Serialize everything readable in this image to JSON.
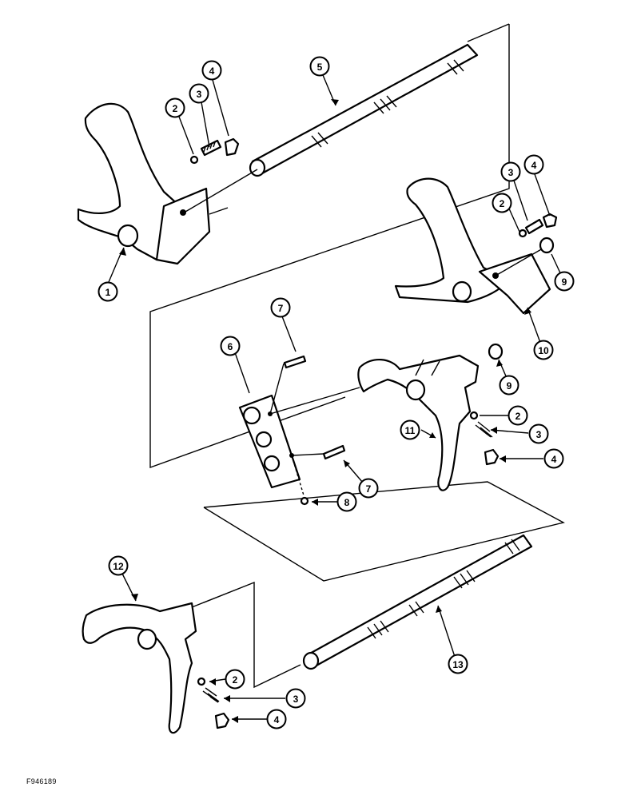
{
  "figure_id": "F946189",
  "callouts": [
    {
      "id": "c1",
      "label": "1"
    },
    {
      "id": "c2a",
      "label": "2"
    },
    {
      "id": "c3a",
      "label": "3"
    },
    {
      "id": "c4a",
      "label": "4"
    },
    {
      "id": "c5",
      "label": "5"
    },
    {
      "id": "c3b",
      "label": "3"
    },
    {
      "id": "c4b",
      "label": "4"
    },
    {
      "id": "c2b",
      "label": "2"
    },
    {
      "id": "c9a",
      "label": "9"
    },
    {
      "id": "c10",
      "label": "10"
    },
    {
      "id": "c7a",
      "label": "7"
    },
    {
      "id": "c6",
      "label": "6"
    },
    {
      "id": "c9b",
      "label": "9"
    },
    {
      "id": "c2c",
      "label": "2"
    },
    {
      "id": "c11",
      "label": "11"
    },
    {
      "id": "c3c",
      "label": "3"
    },
    {
      "id": "c4c",
      "label": "4"
    },
    {
      "id": "c7b",
      "label": "7"
    },
    {
      "id": "c8",
      "label": "8"
    },
    {
      "id": "c12",
      "label": "12"
    },
    {
      "id": "c13",
      "label": "13"
    },
    {
      "id": "c2d",
      "label": "2"
    },
    {
      "id": "c3d",
      "label": "3"
    },
    {
      "id": "c4d",
      "label": "4"
    }
  ]
}
